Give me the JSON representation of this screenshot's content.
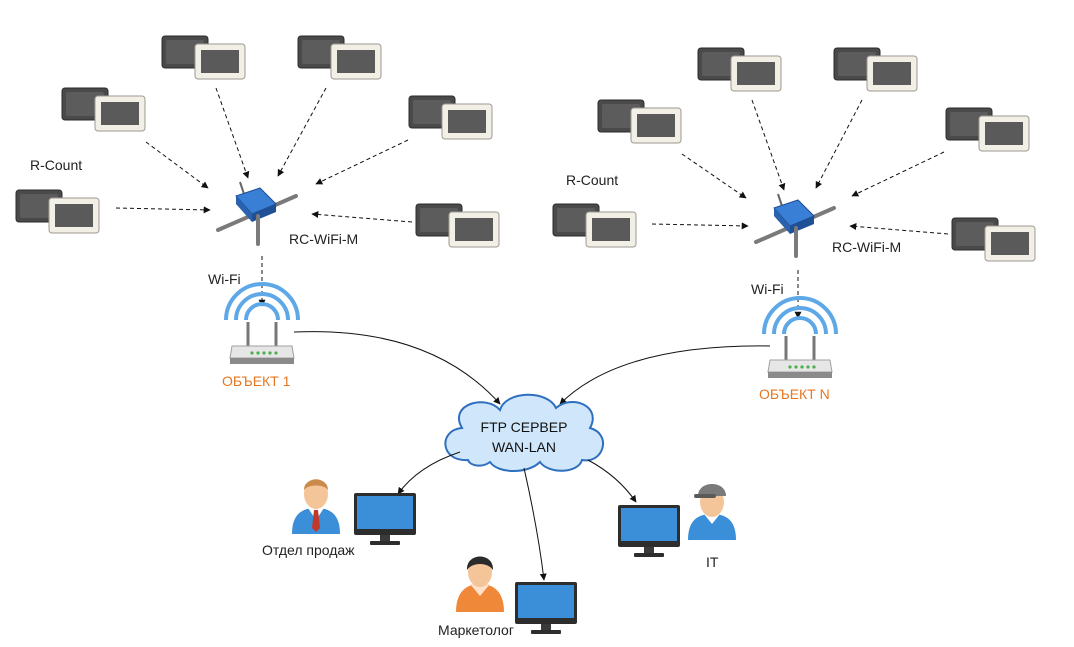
{
  "left_cluster": {
    "counter_label": "R-Count",
    "device_label": "RC-WiFi-M",
    "link_label": "Wi-Fi",
    "object_label": "ОБЪЕКТ 1"
  },
  "right_cluster": {
    "counter_label": "R-Count",
    "device_label": "RC-WiFi-M",
    "link_label": "Wi-Fi",
    "object_label": "ОБЪЕКТ N"
  },
  "server": {
    "line1": "FTP СЕРВЕР",
    "line2": "WAN-LAN"
  },
  "users": {
    "sales": "Отдел продаж",
    "marketing": "Маркетолог",
    "it": "IT"
  },
  "colors": {
    "object_label": "#e87722",
    "cloud_fill": "#cfe6fb",
    "cloud_stroke": "#2f6fbf",
    "wifi_waves": "#5fa8e8",
    "monitor_screen": "#3a8fd8"
  }
}
